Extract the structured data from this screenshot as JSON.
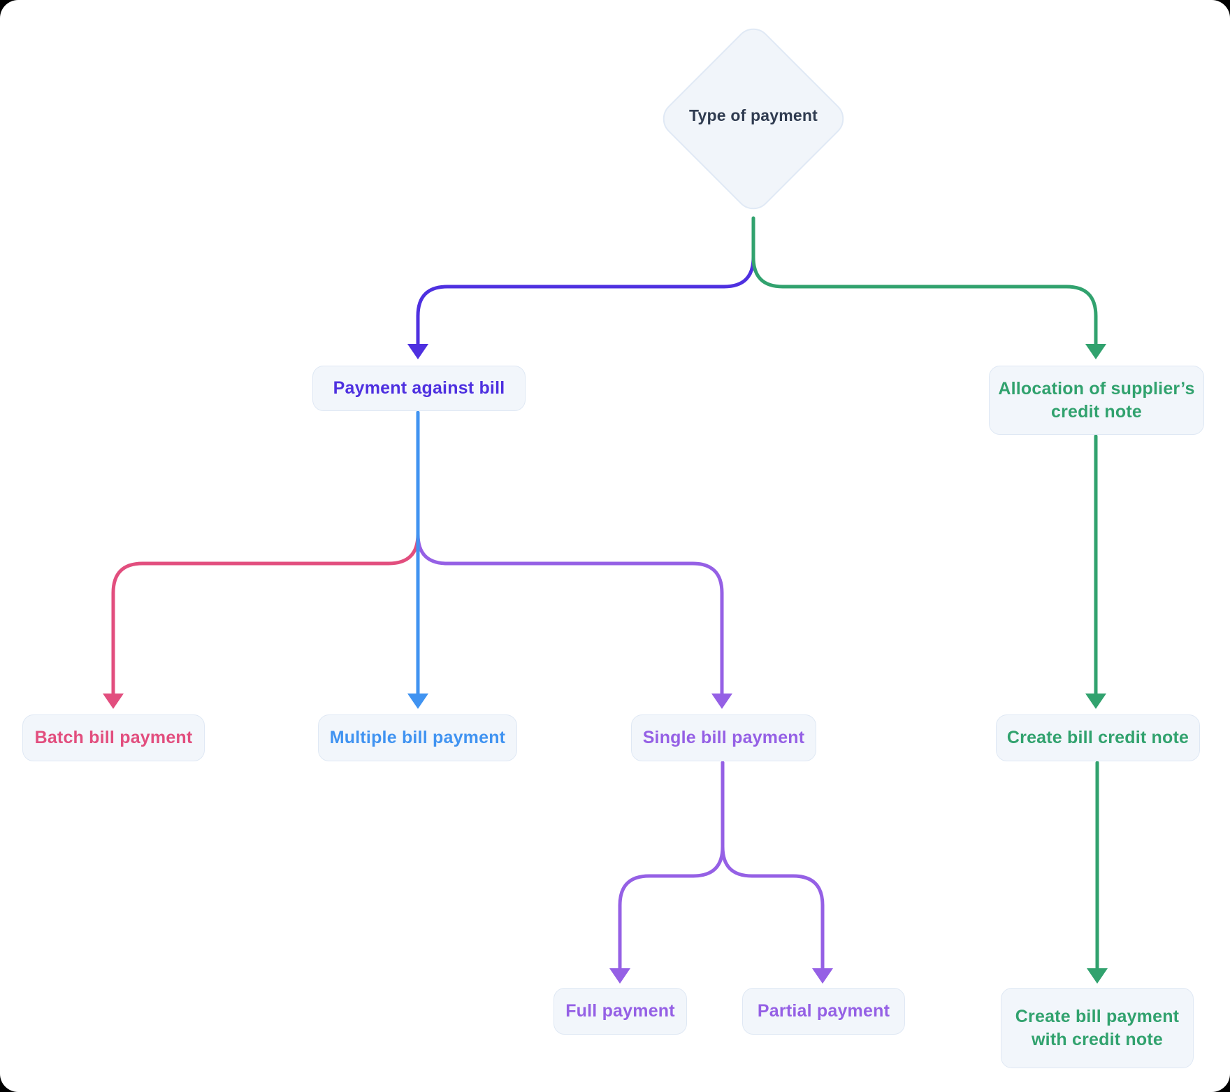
{
  "colors": {
    "indigo": "#4e30e0",
    "green": "#31a26e",
    "pink": "#e24e7e",
    "blue": "#4093f1",
    "purple": "#9560e5",
    "diamond_text": "#2f3b50",
    "node_background": "#f2f6fb",
    "node_border": "#dfe8f4",
    "canvas_background": "#ffffff",
    "outside_background": "#000000"
  },
  "nodes": {
    "root": {
      "label": "Type of payment"
    },
    "payment_against_bill": {
      "label": "Payment against bill"
    },
    "allocation_supplier_credit_note": {
      "label": "Allocation of supplier’s credit note"
    },
    "batch_bill_payment": {
      "label": "Batch bill payment"
    },
    "multiple_bill_payment": {
      "label": "Multiple bill payment"
    },
    "single_bill_payment": {
      "label": "Single bill payment"
    },
    "full_payment": {
      "label": "Full payment"
    },
    "partial_payment": {
      "label": "Partial payment"
    },
    "create_bill_credit_note": {
      "label": "Create bill credit note"
    },
    "create_bill_payment_with_credit_note": {
      "label": "Create bill payment with credit note"
    }
  }
}
